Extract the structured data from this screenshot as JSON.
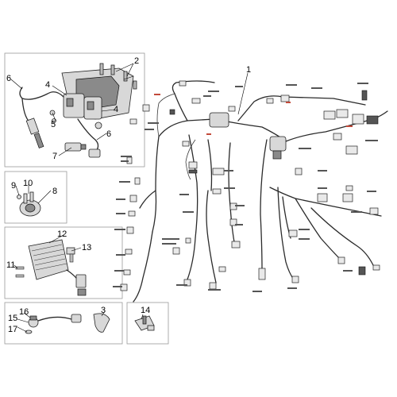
{
  "callouts": {
    "n1": "1",
    "n2": "2",
    "n3": "3",
    "n4a": "4",
    "n4b": "4",
    "n5": "5",
    "n6a": "6",
    "n6b": "6",
    "n7": "7",
    "n8": "8",
    "n9": "9",
    "n10": "10",
    "n11": "11",
    "n12": "12",
    "n13": "13",
    "n14": "14",
    "n15": "15",
    "n16": "16",
    "n17": "17"
  },
  "colors": {
    "frame": "#9a9a9a",
    "wire": "#2b2b2b",
    "tag": "#c24a3a"
  }
}
